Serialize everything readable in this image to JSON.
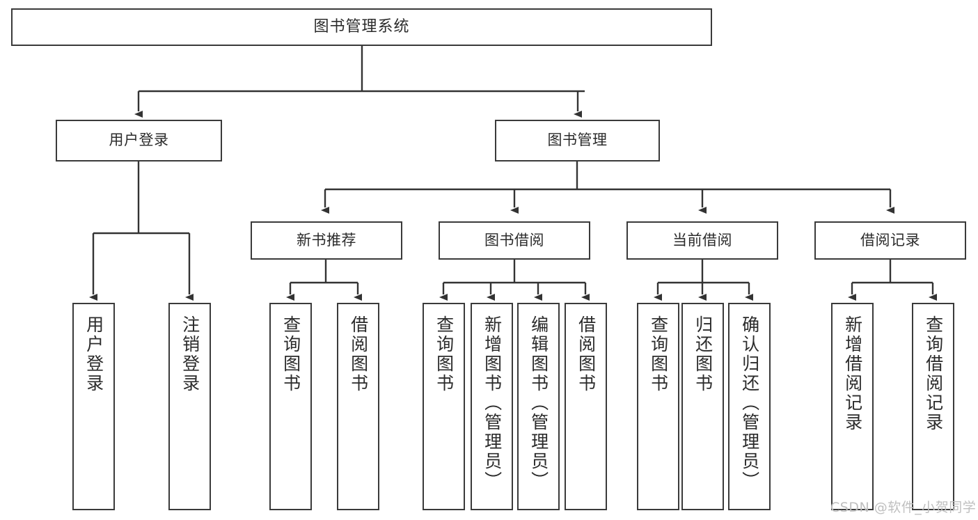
{
  "diagram": {
    "title": "图书管理系统",
    "type": "tree-hierarchy",
    "watermark": "CSDN @软件_小贺同学",
    "colors": {
      "box_border": "#3a3a3a",
      "box_fill": "#ffffff",
      "connector": "#333333",
      "text": "#2b2b2b",
      "watermark": "#bfbfbf",
      "background": "#ffffff"
    },
    "root": {
      "label": "图书管理系统"
    },
    "level1": [
      {
        "label": "用户登录"
      },
      {
        "label": "图书管理"
      }
    ],
    "level2": [
      {
        "label": "新书推荐"
      },
      {
        "label": "图书借阅"
      },
      {
        "label": "当前借阅"
      },
      {
        "label": "借阅记录"
      }
    ],
    "leaves": {
      "user_login": [
        {
          "label": "用户登录"
        },
        {
          "label": "注销登录"
        }
      ],
      "new_book_recommend": [
        {
          "label": "查询图书"
        },
        {
          "label": "借阅图书"
        }
      ],
      "book_borrow": [
        {
          "label": "查询图书"
        },
        {
          "label": "新增图书（管理员）"
        },
        {
          "label": "编辑图书（管理员）"
        },
        {
          "label": "借阅图书"
        }
      ],
      "current_borrow": [
        {
          "label": "查询图书"
        },
        {
          "label": "归还图书"
        },
        {
          "label": "确认归还（管理员）"
        }
      ],
      "borrow_records": [
        {
          "label": "新增借阅记录"
        },
        {
          "label": "查询借阅记录"
        }
      ]
    }
  }
}
